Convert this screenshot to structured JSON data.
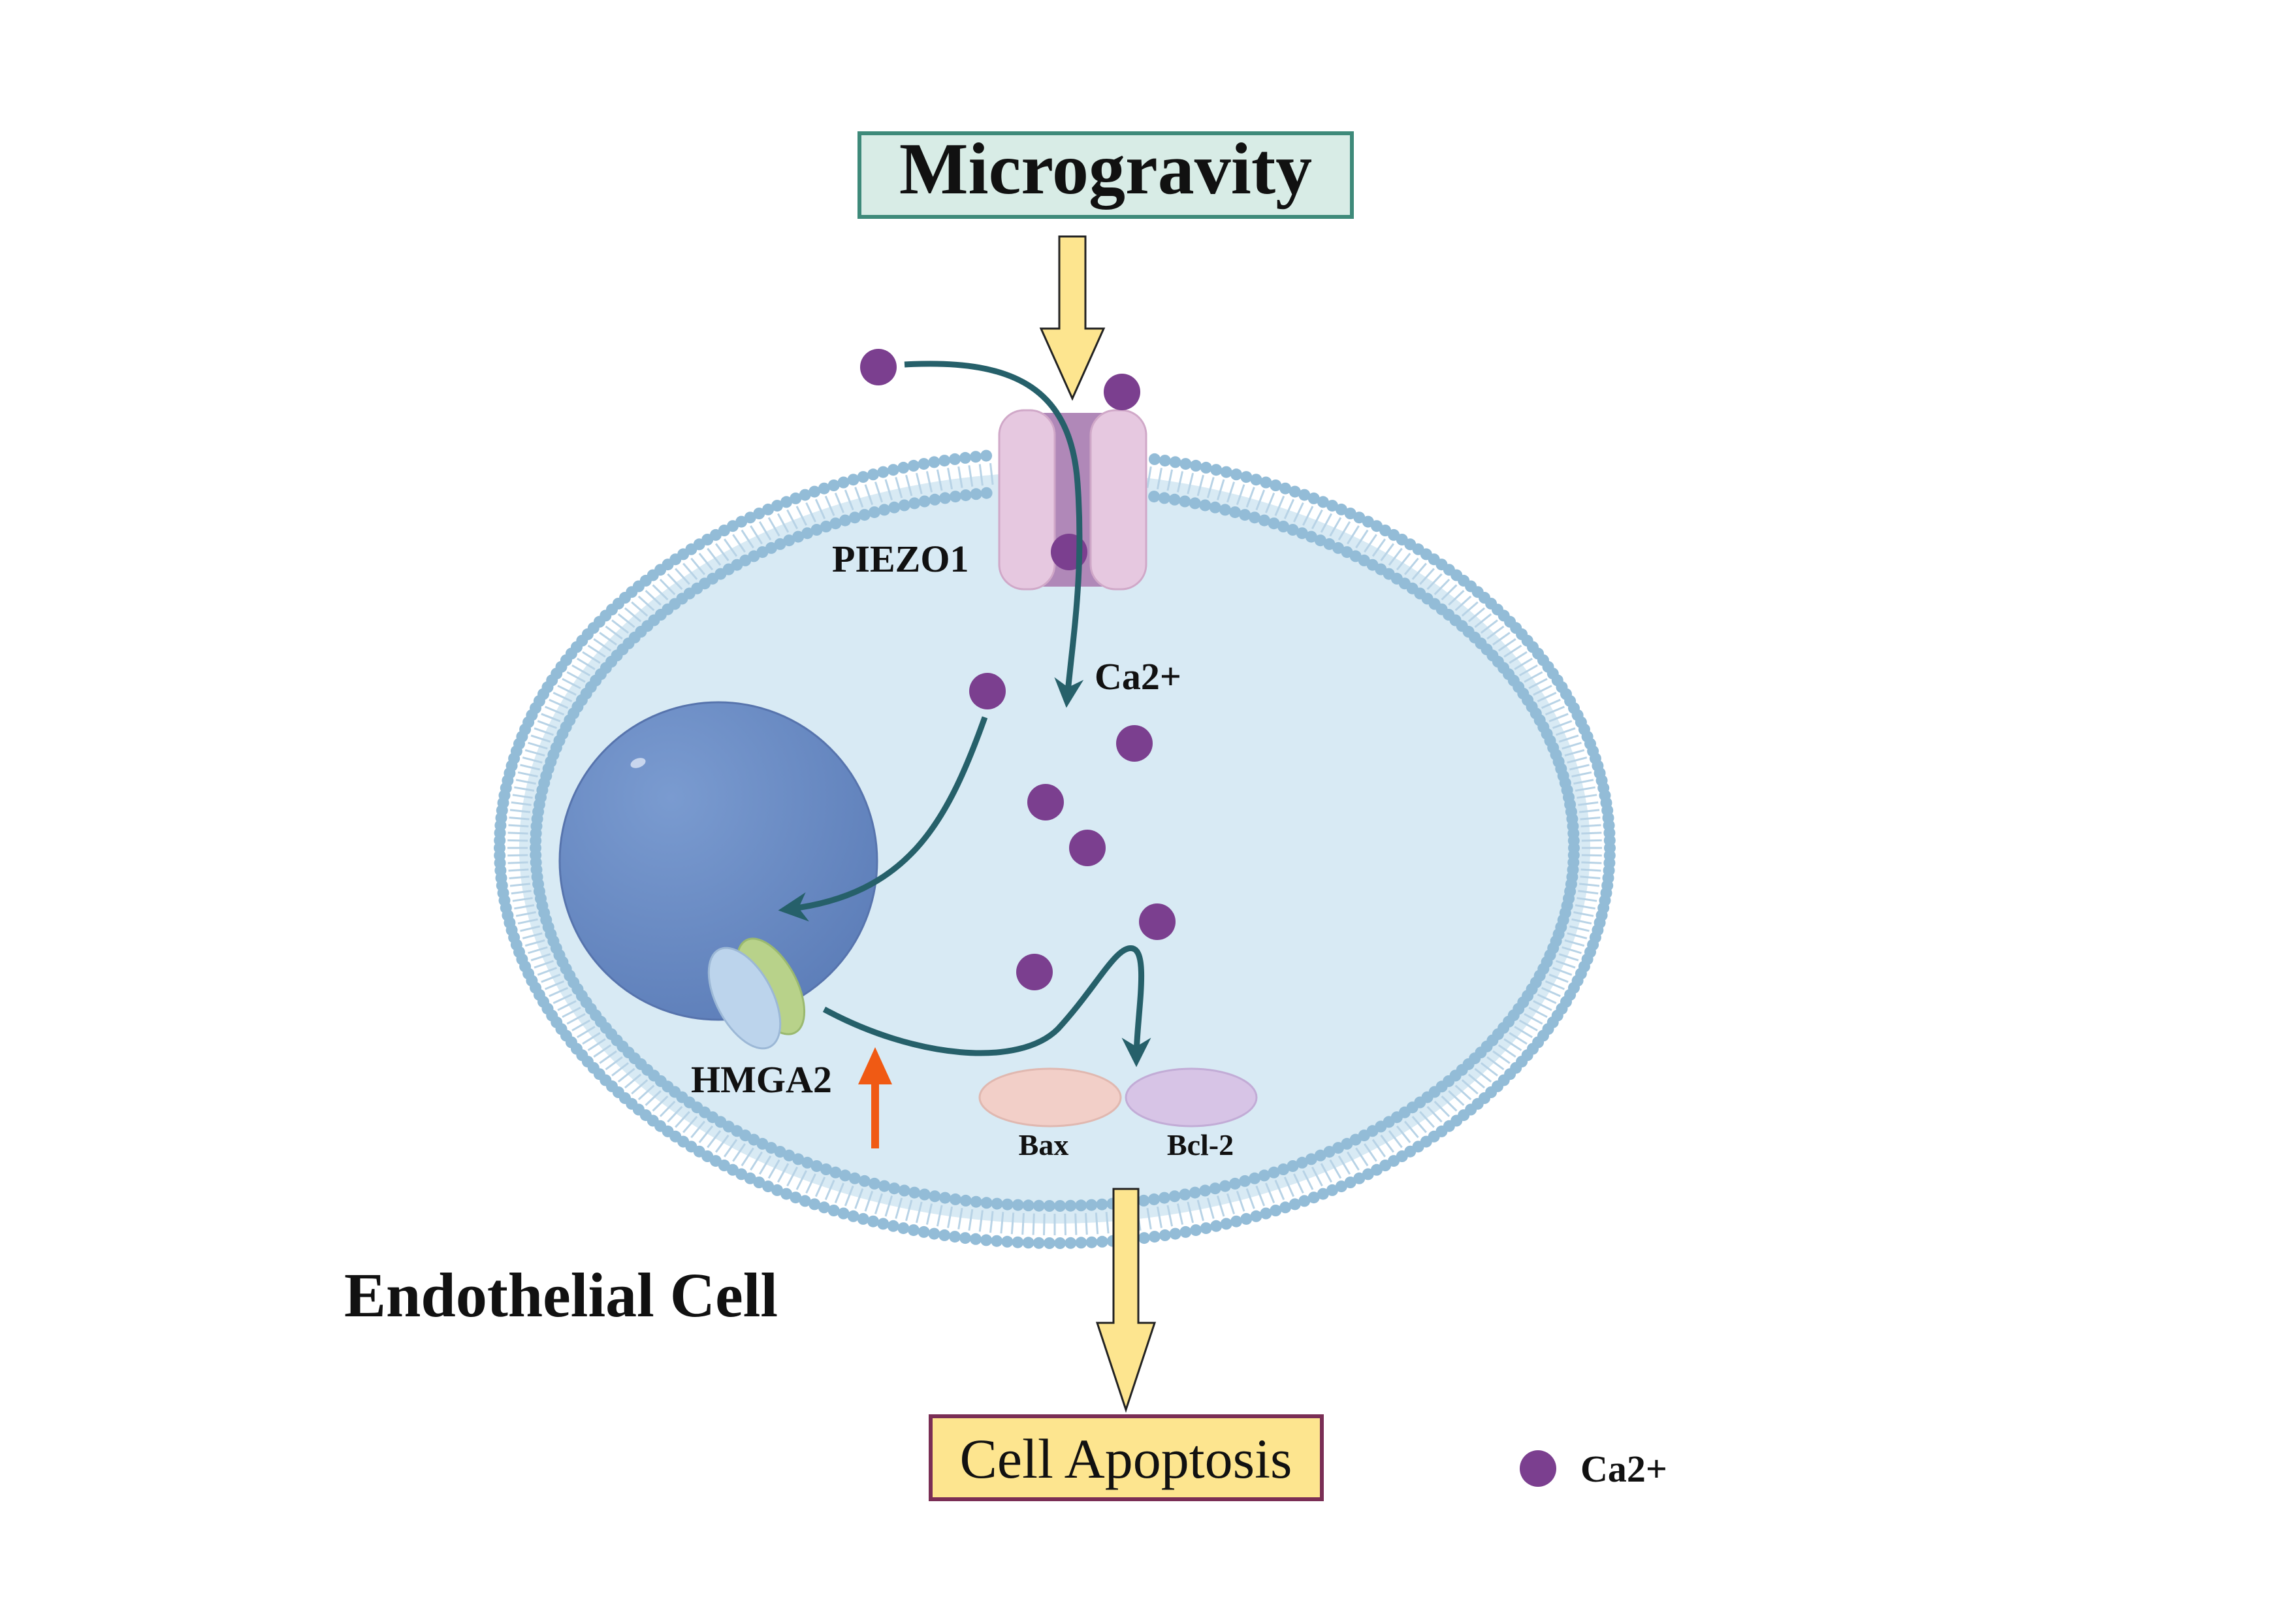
{
  "title": "Microgravity",
  "channel_label": "PIEZO1",
  "ion_label": "Ca2+",
  "gene_label": "HMGA2",
  "protein_a_label": "Bax",
  "protein_b_label": "Bcl-2",
  "cell_label": "Endothelial Cell",
  "outcome_label": "Cell Apoptosis",
  "legend": {
    "symbol": "ca-ion-dot",
    "label": "Ca2+"
  },
  "colors": {
    "title_box_fill": "#d8ece6",
    "title_box_border": "#3e8a7a",
    "outcome_box_fill": "#fde58f",
    "outcome_box_border": "#7a2e55",
    "cell_fill": "#d8eaf4",
    "membrane": "#93bcd7",
    "nucleus": "#6a8bc2",
    "ion": "#7b3f8f",
    "pathway_arrow": "#26606a",
    "big_arrow": "#fde58f",
    "up_arrow": "#f05a14",
    "bax": "#f2cfc8",
    "bcl2": "#d7c4e6"
  }
}
